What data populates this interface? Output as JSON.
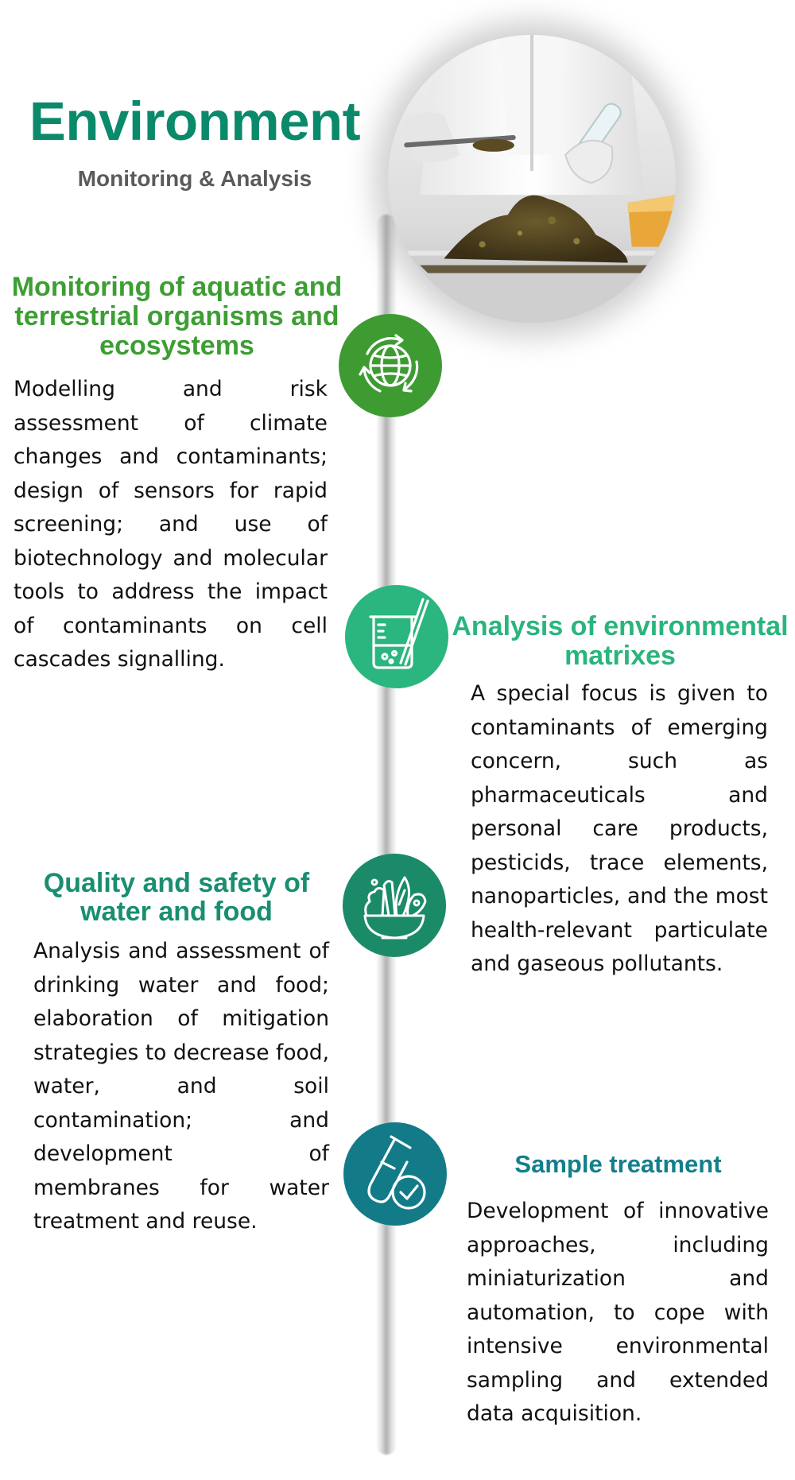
{
  "header": {
    "title": "Environment",
    "subtitle": "Monitoring & Analysis"
  },
  "sections": [
    {
      "heading": "Monitoring of aquatic and terrestrial organisms and ecosystems",
      "body": "Modelling and risk assessment of climate changes and contaminants; design of sensors for rapid screening; and use of biotechnology and molecular tools to address the impact of contaminants on cell cascades signalling.",
      "icon": "globe-recycle-icon",
      "color": "#3e9b32"
    },
    {
      "heading": "Analysis of environmental matrixes",
      "body": "A special focus is given to contaminants of emerging concern, such as pharmaceuticals and personal care products, pesticids, trace elements, nanoparticles, and the most health-relevant particulate and gaseous pollutants.",
      "icon": "beaker-icon",
      "color": "#2ab67e"
    },
    {
      "heading": "Quality and safety of water and food",
      "body": "Analysis and assessment of drinking water and food; elaboration of mitigation strategies to decrease food, water, and soil contamination; and development of membranes for water treatment and reuse.",
      "icon": "salad-bowl-icon",
      "color": "#1b8a68"
    },
    {
      "heading": "Sample treatment",
      "body": "Development of innovative approaches, including miniaturization and automation, to cope with intensive environmental sampling and extended data acquisition.",
      "icon": "test-tube-check-icon",
      "color": "#137b88"
    }
  ],
  "colors": {
    "title": "#0a8a6a",
    "subtitle": "#5a5a5a",
    "timeline": "#b4b4b4"
  }
}
